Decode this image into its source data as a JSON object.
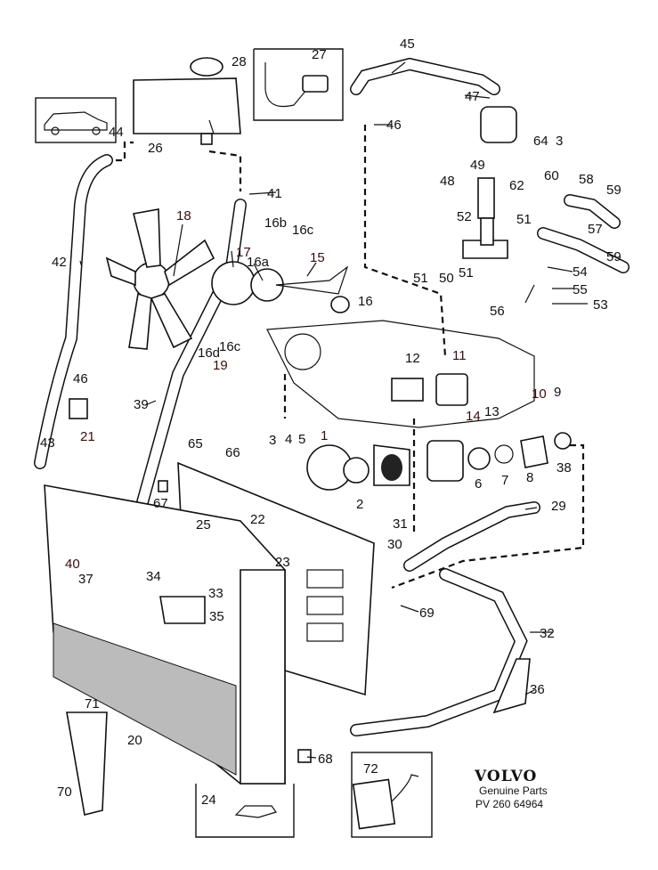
{
  "brand": {
    "logo_text": "VOLVO",
    "subtitle": "Genuine Parts",
    "code": "PV 260 64964"
  },
  "labels": [
    "28",
    "27",
    "45",
    "47",
    "46",
    "44",
    "26",
    "64",
    "3",
    "60",
    "62",
    "58",
    "59",
    "49",
    "48",
    "41",
    "18",
    "16b",
    "16c",
    "52",
    "51",
    "57",
    "59",
    "17",
    "16a",
    "15",
    "42",
    "51",
    "50",
    "51",
    "54",
    "55",
    "16",
    "53",
    "56",
    "16d",
    "16c",
    "19",
    "12",
    "11",
    "46",
    "13",
    "14",
    "39",
    "10",
    "9",
    "21",
    "43",
    "65",
    "66",
    "3",
    "4",
    "5",
    "1",
    "6",
    "7",
    "8",
    "38",
    "67",
    "2",
    "25",
    "22",
    "31",
    "29",
    "40",
    "30",
    "23",
    "34",
    "37",
    "33",
    "69",
    "35",
    "32",
    "36",
    "71",
    "20",
    "68",
    "72",
    "70",
    "24"
  ]
}
